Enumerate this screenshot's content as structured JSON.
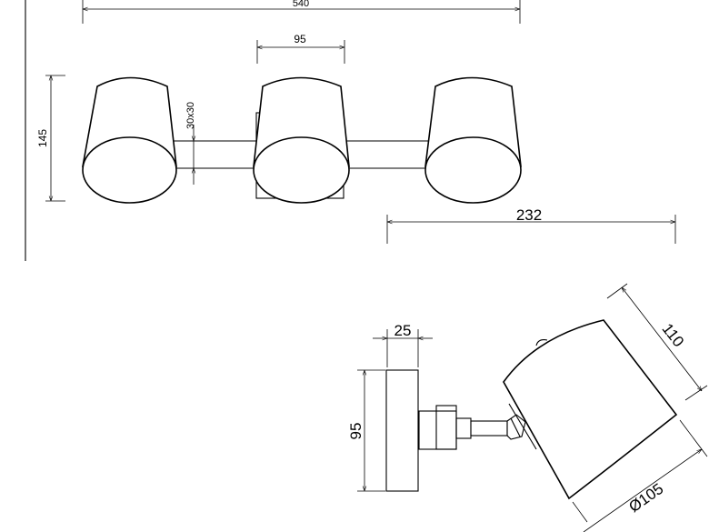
{
  "dimensions": {
    "total_width": "540",
    "shade_spacing": "95",
    "height": "145",
    "bar_section": "30x30",
    "depth": "232",
    "plate_thickness": "25",
    "plate_height": "95",
    "shade_length": "110",
    "shade_diameter": "Ø105"
  }
}
